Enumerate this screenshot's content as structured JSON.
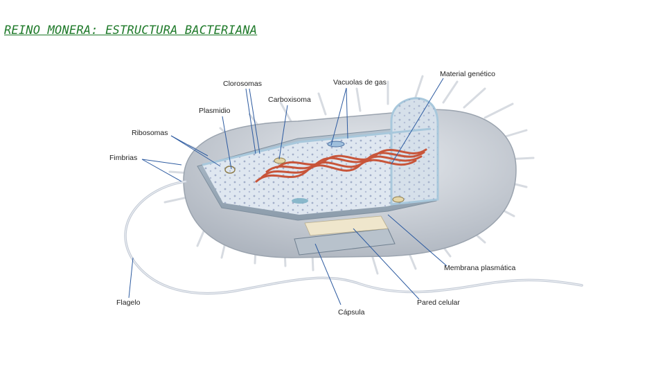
{
  "title": "REINO MONERA: ESTRUCTURA BACTERIANA",
  "labels": {
    "clorosomas": "Clorosomas",
    "vacuolas": "Vacuolas de gas",
    "material": "Material genético",
    "carboxisoma": "Carboxisoma",
    "plasmidio": "Plasmidio",
    "ribosomas": "Ribosomas",
    "fimbrias": "Fimbrias",
    "membrana": "Membrana plasmática",
    "flagelo": "Flagelo",
    "pared": "Pared celular",
    "capsula": "Cápsula"
  },
  "colors": {
    "title": "#1f7a2a",
    "leader_line": "#2c5aa0",
    "capsule": "#c9ced6",
    "cytoplasm": "#dfe7f0",
    "dna": "#c8553a",
    "membrane": "#a8c8dc"
  }
}
